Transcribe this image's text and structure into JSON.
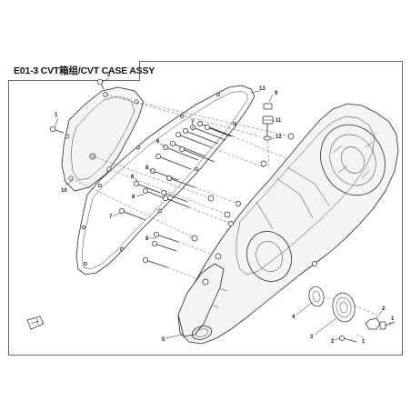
{
  "title": "E01-3 CVT箱组/CVT CASE ASSY",
  "callouts": [
    {
      "id": "c1",
      "label": "1"
    },
    {
      "id": "c2",
      "label": "2"
    },
    {
      "id": "c3",
      "label": "3"
    },
    {
      "id": "c4",
      "label": "4"
    },
    {
      "id": "c5",
      "label": "5"
    },
    {
      "id": "c6",
      "label": "6"
    },
    {
      "id": "c7",
      "label": "7"
    },
    {
      "id": "c8",
      "label": "8"
    },
    {
      "id": "c9",
      "label": "9"
    },
    {
      "id": "c10",
      "label": "10"
    },
    {
      "id": "c11",
      "label": "11"
    },
    {
      "id": "c12",
      "label": "12"
    },
    {
      "id": "c13",
      "label": "13"
    }
  ],
  "colors": {
    "ink": "#2a2a2a",
    "frame": "#6a6a6a",
    "background": "#ffffff"
  },
  "icons": {
    "direction_badge": "front-arrow-icon"
  }
}
